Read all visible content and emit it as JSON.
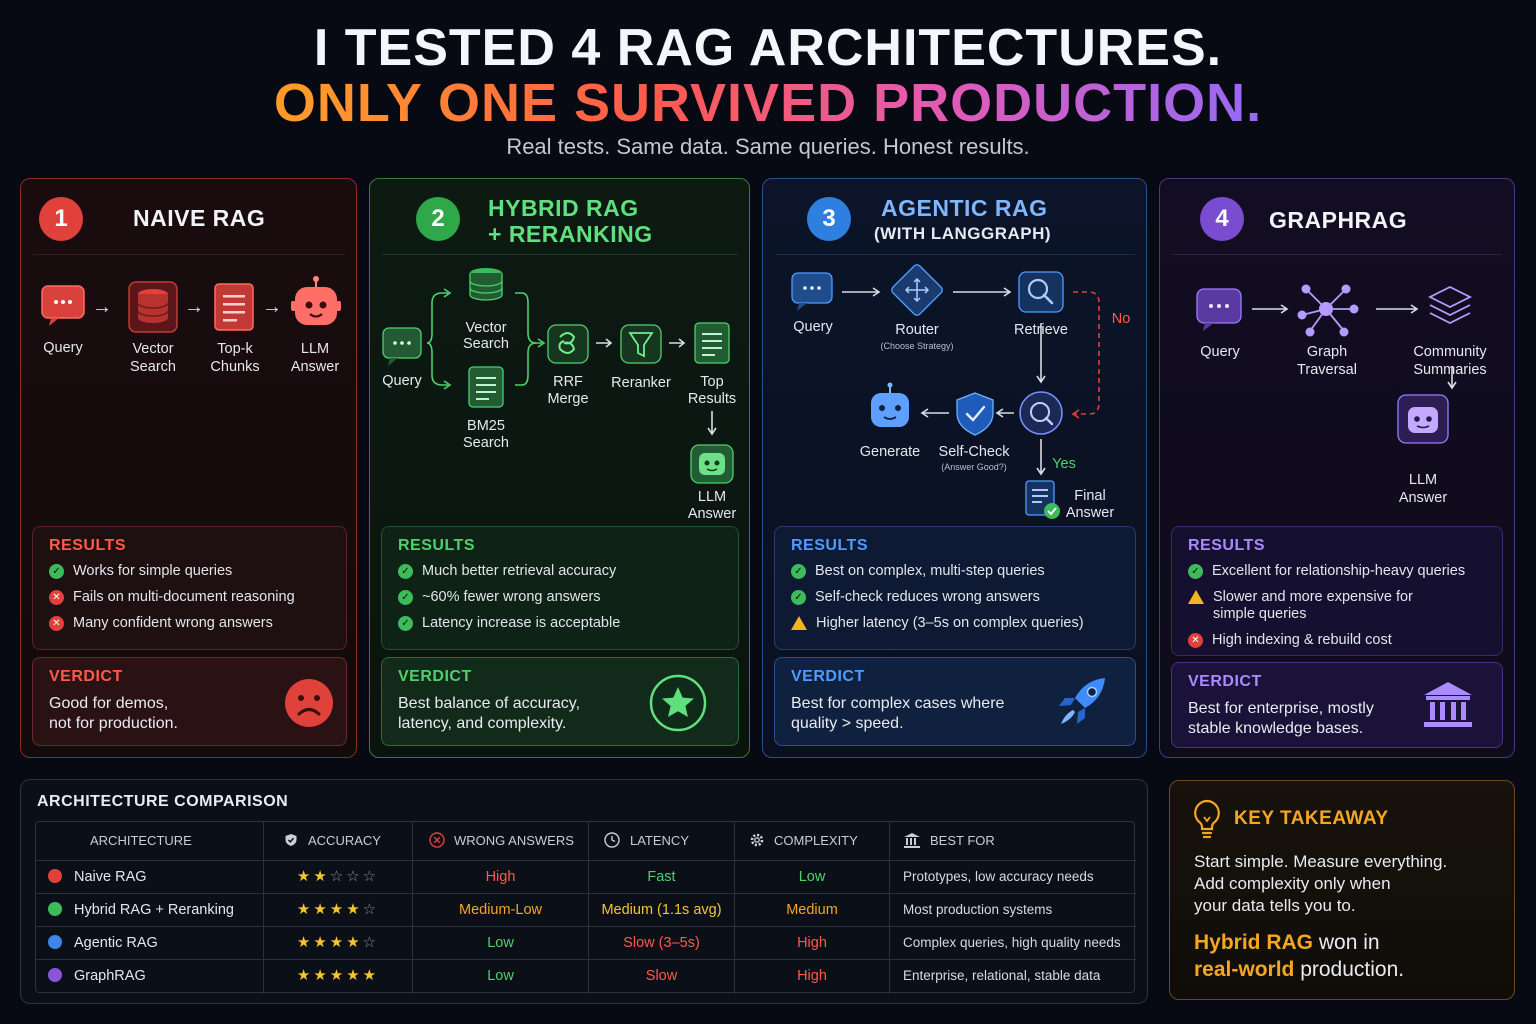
{
  "header": {
    "title_line1": "I TESTED 4 RAG ARCHITECTURES.",
    "title_line2": "ONLY ONE SURVIVED PRODUCTION.",
    "subtitle": "Real tests. Same data. Same queries. Honest results."
  },
  "panels": {
    "naive": {
      "number": "1",
      "title": "NAIVE RAG",
      "flow": {
        "query": "Query",
        "vector": [
          "Vector",
          "Search"
        ],
        "topk": [
          "Top-k",
          "Chunks"
        ],
        "llm": [
          "LLM",
          "Answer"
        ]
      },
      "results_title": "RESULTS",
      "results": [
        "Works for simple queries",
        "Fails on multi-document reasoning",
        "Many confident wrong answers"
      ],
      "verdict_title": "VERDICT",
      "verdict": [
        "Good for demos,",
        "not for production."
      ]
    },
    "hybrid": {
      "number": "2",
      "title": [
        "HYBRID RAG",
        "+ RERANKING"
      ],
      "flow": {
        "query": "Query",
        "vector": [
          "Vector",
          "Search"
        ],
        "bm25": [
          "BM25",
          "Search"
        ],
        "rrf": [
          "RRF",
          "Merge"
        ],
        "reranker": "Reranker",
        "top": [
          "Top",
          "Results"
        ],
        "llm": [
          "LLM",
          "Answer"
        ]
      },
      "results_title": "RESULTS",
      "results": [
        "Much better retrieval accuracy",
        "~60% fewer wrong answers",
        "Latency increase is acceptable"
      ],
      "verdict_title": "VERDICT",
      "verdict": [
        "Best balance of accuracy,",
        "latency, and complexity."
      ]
    },
    "agentic": {
      "number": "3",
      "title": [
        "AGENTIC RAG",
        "(WITH LANGGRAPH)"
      ],
      "flow": {
        "query": "Query",
        "router": "Router",
        "router_sub": "(Choose Strategy)",
        "retrieve": "Retrieve",
        "no": "No",
        "yes": "Yes",
        "generate": "Generate",
        "selfcheck": "Self-Check",
        "selfcheck_sub": "(Answer Good?)",
        "final": [
          "Final",
          "Answer"
        ]
      },
      "results_title": "RESULTS",
      "results": [
        "Best on complex, multi-step queries",
        "Self-check reduces wrong answers",
        "Higher latency (3–5s on complex queries)"
      ],
      "verdict_title": "VERDICT",
      "verdict": [
        "Best for complex cases where",
        "quality > speed."
      ]
    },
    "graph": {
      "number": "4",
      "title": "GRAPHRAG",
      "flow": {
        "query": "Query",
        "traversal": [
          "Graph",
          "Traversal"
        ],
        "community": [
          "Community",
          "Summaries"
        ],
        "llm": [
          "LLM",
          "Answer"
        ]
      },
      "results_title": "RESULTS",
      "results": [
        "Excellent for relationship-heavy queries",
        "Slower and more expensive for",
        "simple queries",
        "High indexing & rebuild cost"
      ],
      "verdict_title": "VERDICT",
      "verdict": [
        "Best for enterprise, mostly",
        "stable knowledge bases."
      ]
    }
  },
  "comparison": {
    "title": "ARCHITECTURE COMPARISON",
    "headers": [
      "ARCHITECTURE",
      "ACCURACY",
      "WRONG ANSWERS",
      "LATENCY",
      "COMPLEXITY",
      "BEST FOR"
    ],
    "rows": [
      {
        "name": "Naive RAG",
        "color": "#e0413b",
        "stars": 2,
        "wrong": "High",
        "wrong_color": "#ff5a4a",
        "latency": "Fast",
        "latency_color": "#4fd06b",
        "complexity": "Low",
        "complexity_color": "#4fd06b",
        "best_for": "Prototypes, low accuracy needs"
      },
      {
        "name": "Hybrid RAG + Reranking",
        "color": "#3dbb5b",
        "stars": 4,
        "wrong": "Medium-Low",
        "wrong_color": "#f5a623",
        "latency": "Medium (1.1s avg)",
        "latency_color": "#f5c431",
        "complexity": "Medium",
        "complexity_color": "#f5a623",
        "best_for": "Most production systems"
      },
      {
        "name": "Agentic RAG",
        "color": "#3b86e8",
        "stars": 4,
        "wrong": "Low",
        "wrong_color": "#4fd06b",
        "latency": "Slow (3–5s)",
        "latency_color": "#ff5a4a",
        "complexity": "High",
        "complexity_color": "#ff5a4a",
        "best_for": "Complex queries, high quality needs"
      },
      {
        "name": "GraphRAG",
        "color": "#8a55d6",
        "stars": 5,
        "wrong": "Low",
        "wrong_color": "#4fd06b",
        "latency": "Slow",
        "latency_color": "#ff5a4a",
        "complexity": "High",
        "complexity_color": "#ff5a4a",
        "best_for": "Enterprise, relational, stable data"
      }
    ]
  },
  "takeaway": {
    "title": "KEY TAKEAWAY",
    "body": [
      "Start simple. Measure everything.",
      "Add complexity only when",
      "your data tells you to."
    ],
    "final_hl1": "Hybrid RAG",
    "final_t1": " won in",
    "final_hl2": "real-world",
    "final_t2": " production."
  },
  "colors": {
    "red": "#e0413b",
    "green": "#3dbb5b",
    "blue": "#3b86e8",
    "purple": "#8a55d6",
    "orange": "#f5a623"
  }
}
